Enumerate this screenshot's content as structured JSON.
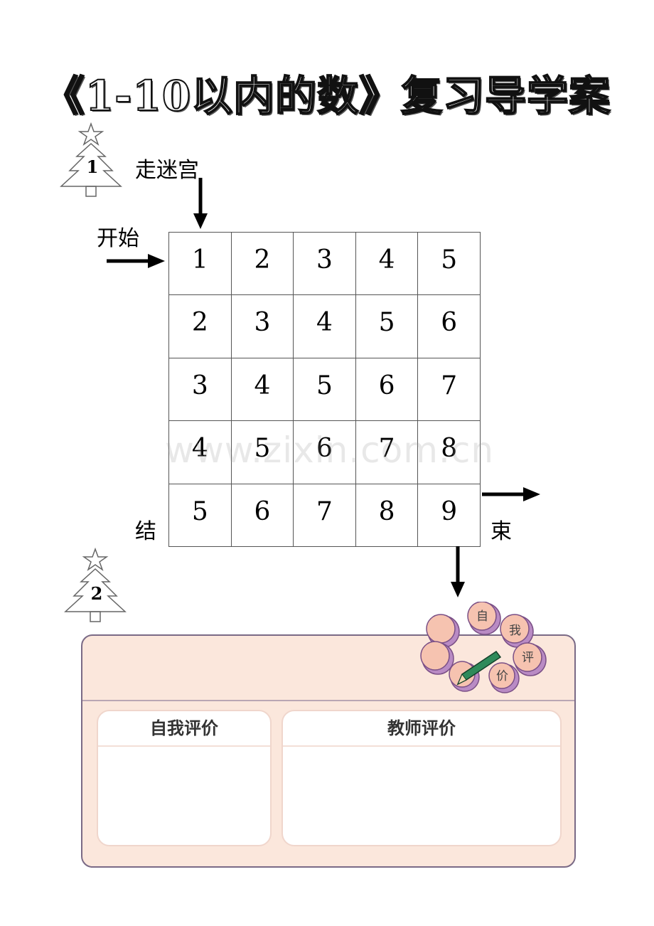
{
  "title": "《1-10以内的数》复习导学案",
  "section1": {
    "number": "1",
    "heading": "走迷宫",
    "start_label": "开始",
    "end_label_left": "结",
    "end_label_right": "束"
  },
  "maze": {
    "rows": [
      [
        "1",
        "2",
        "3",
        "4",
        "5"
      ],
      [
        "2",
        "3",
        "4",
        "5",
        "6"
      ],
      [
        "3",
        "4",
        "5",
        "6",
        "7"
      ],
      [
        "4",
        "5",
        "6",
        "7",
        "8"
      ],
      [
        "5",
        "6",
        "7",
        "8",
        "9"
      ]
    ]
  },
  "watermark": "www.zixin.com.cn",
  "section2": {
    "number": "2",
    "badge_chars": [
      "自",
      "我",
      "评",
      "价"
    ],
    "self_eval_title": "自我评价",
    "teacher_eval_title": "教师评价"
  },
  "colors": {
    "panel_background": "#fbe7dc",
    "panel_border": "#7a6a86",
    "petal_pink": "#f6c3b0",
    "petal_purple": "#b98bc4"
  }
}
